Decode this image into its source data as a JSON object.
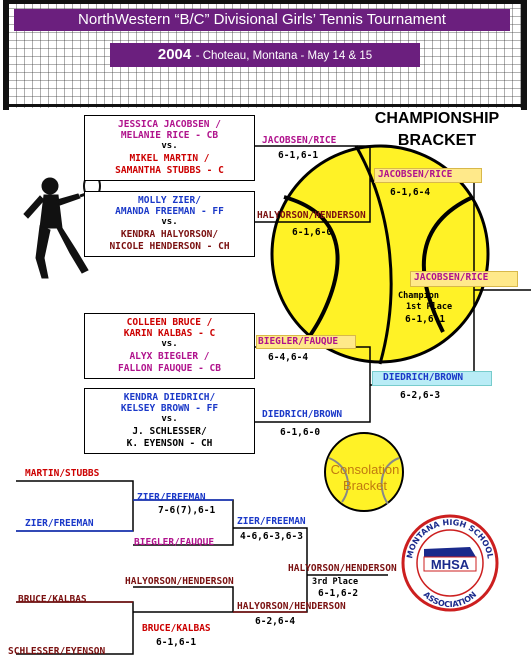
{
  "header": {
    "title": "NorthWestern “B/C” Divisional Girls’ Tennis Tournament",
    "year": "2004",
    "details": "- Choteau, Montana - May 14 & 15"
  },
  "championship_label": [
    "CHAMPIONSHIP",
    "BRACKET"
  ],
  "consolation_label": [
    "Consolation",
    "Bracket"
  ],
  "logo": {
    "top_text": "MONTANA HIGH SCHOOL",
    "mid_text": "MHSA",
    "bottom_text": "ASSOCIATION"
  },
  "championship": {
    "matches": [
      {
        "team1": [
          "JESSICA JACOBSEN /",
          "MELANIE RICE - CB"
        ],
        "vs": "vs.",
        "team2": [
          "MIKEL MARTIN /",
          "SAMANTHA STUBBS - C"
        ],
        "winner": "JACOBSEN/RICE",
        "score": "6-1,6-1"
      },
      {
        "team1": [
          "MOLLY ZIER/",
          "AMANDA FREEMAN - FF"
        ],
        "vs": "vs.",
        "team2": [
          "KENDRA HALYORSON/",
          "NICOLE HENDERSON - CH"
        ],
        "winner": "HALYORSON/HENDERSON",
        "score": "6-1,6-0"
      },
      {
        "team1": [
          "COLLEEN BRUCE /",
          "KARIN KALBAS - C"
        ],
        "vs": "vs.",
        "team2": [
          "ALYX BIEGLER /",
          "FALLON FAUQUE - CB"
        ],
        "winner": "BIEGLER/FAUQUE",
        "score": "6-4,6-4"
      },
      {
        "team1": [
          "KENDRA DIEDRICH/",
          "KELSEY BROWN - FF"
        ],
        "vs": "vs.",
        "team2": [
          "J. SCHLESSER/",
          "K. EYENSON - CH"
        ],
        "winner": "DIEDRICH/BROWN",
        "score": "6-1,6-0"
      }
    ],
    "semis": [
      {
        "winner": "JACOBSEN/RICE",
        "score": "6-1,6-4"
      },
      {
        "winner": "DIEDRICH/BROWN",
        "score": "6-2,6-3"
      }
    ],
    "final": {
      "winner": "JACOBSEN/RICE",
      "title_line1": "Champion",
      "title_line2": "1st Place",
      "score": "6-1,6-1"
    }
  },
  "consolation": {
    "round1": [
      {
        "top": "MARTIN/STUBBS",
        "bottom": "ZIER/FREEMAN",
        "winner": "ZIER/FREEMAN",
        "score": "7-6(7),6-1"
      },
      {
        "top": "BRUCE/KALBAS",
        "bottom": "SCHLESSER/EYENSON",
        "winner": "BRUCE/KALBAS",
        "score": "6-1,6-1"
      }
    ],
    "round2": [
      {
        "top": "ZIER/FREEMAN",
        "bottom": "BIEGLER/FAUQUE",
        "winner": "ZIER/FREEMAN",
        "score": "4-6,6-3,6-3"
      },
      {
        "top": "HALYORSON/HENDERSON",
        "bottom": "BRUCE/KALBAS",
        "winner": "HALYORSON/HENDERSON",
        "score": "6-2,6-4"
      }
    ],
    "third_place": {
      "winner": "HALYORSON/HENDERSON",
      "title": "3rd Place",
      "score": "6-1,6-2"
    }
  }
}
